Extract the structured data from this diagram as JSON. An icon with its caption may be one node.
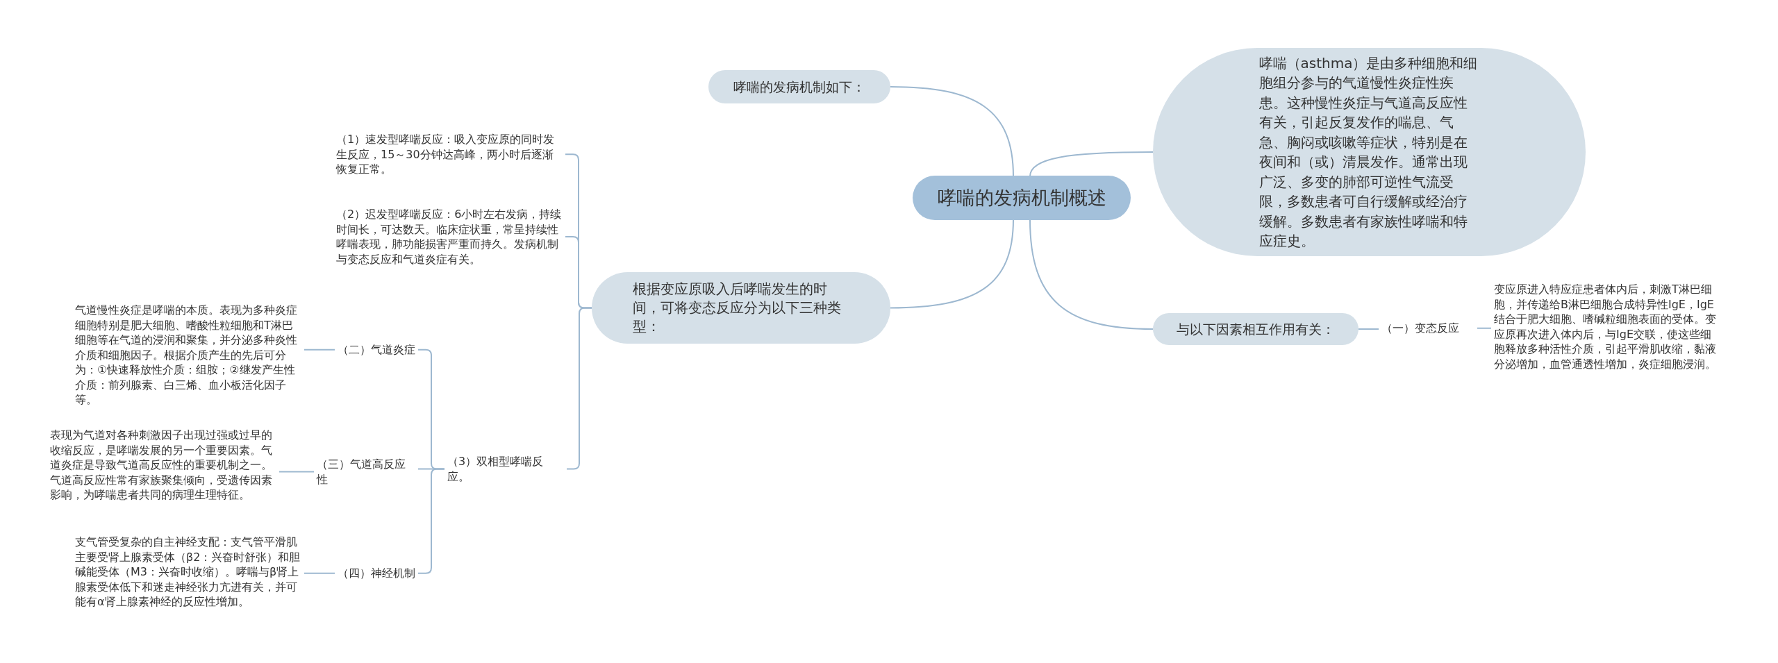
{
  "diagram": {
    "nodes": [
      {
        "text": [
          "哮喘的发病机制概述"
        ]
      },
      {
        "text": [
          "哮喘的发病机制如下："
        ]
      },
      {
        "text": [
          "哮喘（asthma）是由多种细胞和细胞组分参与的气道慢性炎症性疾患。这种慢性炎症与气道高反应性有关，引起反复发作的喘息、气急、胸闷或咳嗽等症状，特别是在夜间和（或）清晨发作。通常出现广泛、多变的肺部可逆性气流受限，多数患者可自行缓解或经治疗缓解。多数患者有家族性哮喘和特应症史。"
        ]
      },
      {
        "text": [
          "根据变应原吸入后哮喘发生的时间，可将变态反应分为以下三种类型："
        ]
      },
      {
        "text": [
          "与以下因素相互作用有关："
        ]
      },
      {
        "text": [
          "（一）变态反应"
        ]
      },
      {
        "text": [
          "变应原进入特应症患者体内后，刺激T淋巴细胞，并传递给B淋巴细胞合成特异性IgE，IgE结合于肥大细胞、嗜碱粒细胞表面的受体。变应原再次进入体内后，与IgE交联，使这些细胞释放多种活性介质，引起平滑肌收缩，黏液分泌增加，血管通透性增加，炎症细胞浸润。"
        ]
      },
      {
        "text": [
          "（1）速发型哮喘反应：吸入变应原的同时发生反应，15～30分钟达高峰，两小时后逐渐恢复正常。"
        ]
      },
      {
        "text": [
          "（2）迟发型哮喘反应：6小时左右发病，持续时间长，可达数天。临床症状重，常呈持续性哮喘表现，肺功能损害严重而持久。发病机制与变态反应和气道炎症有关。"
        ]
      },
      {
        "text": [
          "（3）双相型哮喘反应。"
        ]
      },
      {
        "text": [
          "（二）气道炎症"
        ]
      },
      {
        "text": [
          "气道慢性炎症是哮喘的本质。表现为多种炎症细胞特别是肥大细胞、嗜酸性粒细胞和T淋巴细胞等在气道的浸润和聚集，并分泌多种炎性介质和细胞因子。根据介质产生的先后可分为：①快速释放性介质：组胺；②继发产生性介质：前列腺素、白三烯、血小板活化因子等。"
        ]
      },
      {
        "text": [
          "（三）气道高反应性"
        ]
      },
      {
        "text": [
          "表现为气道对各种刺激因子出现过强或过早的收缩反应，是哮喘发展的另一个重要因素。气道炎症是导致气道高反应性的重要机制之一。气道高反应性常有家族聚集倾向，受遗传因素影响，为哮喘患者共同的病理生理特征。"
        ]
      },
      {
        "text": [
          "（四）神经机制"
        ]
      },
      {
        "text": [
          "支气管受复杂的自主神经支配：支气管平滑肌主要受肾上腺素受体（β2：兴奋时舒张）和胆碱能受体（M3：兴奋时收缩）。哮喘与β肾上腺素受体低下和迷走神经张力亢进有关，并可能有α肾上腺素神经的反应性增加。"
        ]
      }
    ],
    "edges": [
      {
        "from": 0,
        "to": 1,
        "arrow": "none"
      },
      {
        "from": 0,
        "to": 2,
        "arrow": "none"
      },
      {
        "from": 0,
        "to": 3,
        "arrow": "none"
      },
      {
        "from": 0,
        "to": 4,
        "arrow": "none"
      },
      {
        "from": 4,
        "to": 5,
        "arrow": "none"
      },
      {
        "from": 5,
        "to": 6,
        "arrow": "none"
      },
      {
        "from": 3,
        "to": 7,
        "arrow": "none"
      },
      {
        "from": 3,
        "to": 8,
        "arrow": "none"
      },
      {
        "from": 3,
        "to": 9,
        "arrow": "none"
      },
      {
        "from": 9,
        "to": 10,
        "arrow": "none"
      },
      {
        "from": 9,
        "to": 12,
        "arrow": "none"
      },
      {
        "from": 9,
        "to": 14,
        "arrow": "none"
      },
      {
        "from": 10,
        "to": 11,
        "arrow": "none"
      },
      {
        "from": 12,
        "to": 13,
        "arrow": "none"
      },
      {
        "from": 14,
        "to": 15,
        "arrow": "none"
      }
    ]
  }
}
